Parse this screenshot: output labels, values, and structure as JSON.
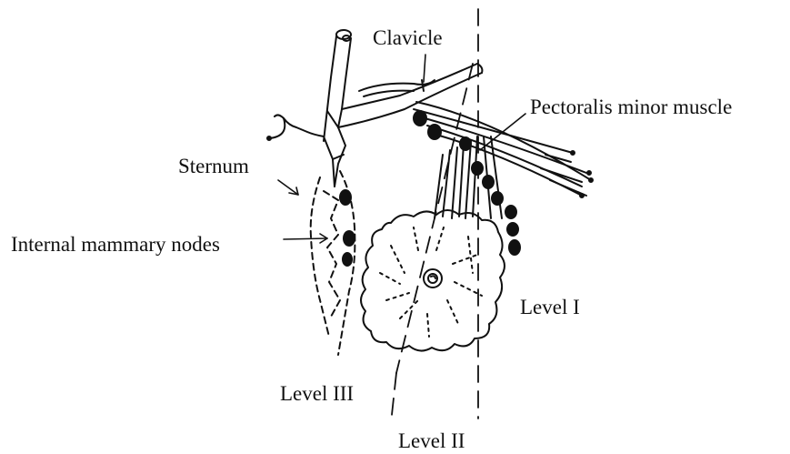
{
  "diagram": {
    "labels": {
      "clavicle": "Clavicle",
      "pectoralis": "Pectoralis minor muscle",
      "sternum": "Sternum",
      "internal_mammary": "Internal mammary nodes",
      "level_1": "Level I",
      "level_2": "Level II",
      "level_3": "Level III"
    },
    "colors": {
      "ink": "#111111",
      "background": "#ffffff"
    }
  }
}
